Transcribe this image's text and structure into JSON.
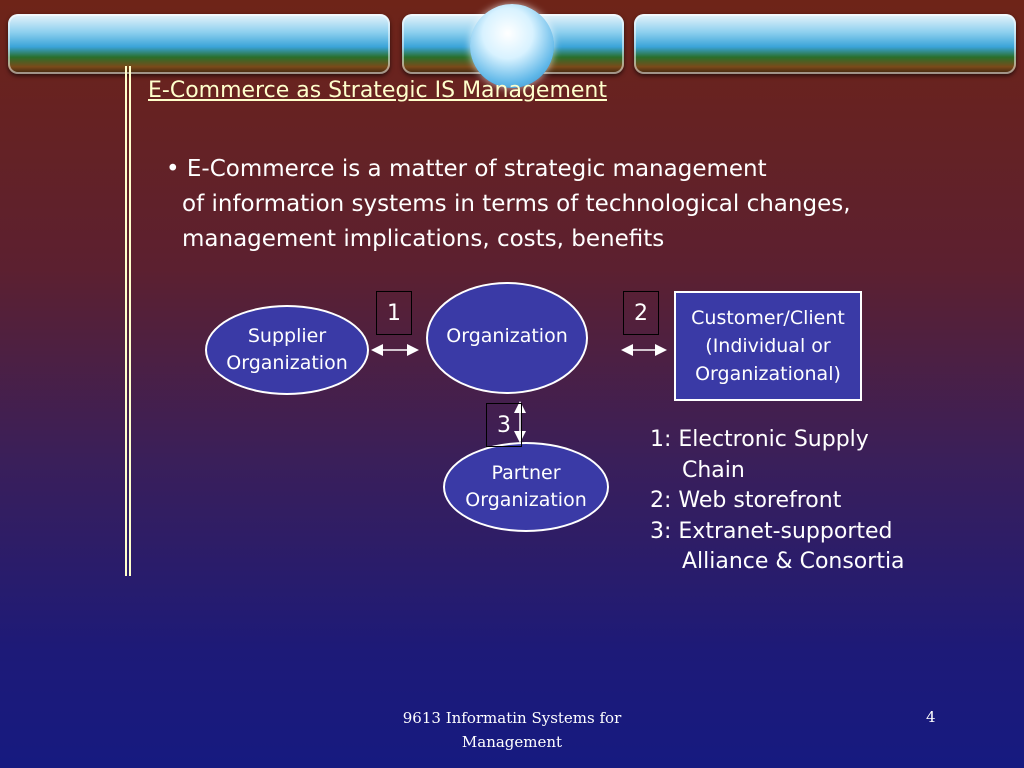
{
  "slide": {
    "title": "E-Commerce as Strategic IS Management",
    "bullet": {
      "symbol": "•",
      "lines": [
        "E-Commerce is a matter of strategic management",
        "of information systems in terms of technological changes,",
        "management implications, costs, benefits"
      ]
    }
  },
  "diagram": {
    "supplier": [
      "Supplier",
      "Organization"
    ],
    "organization": "Organization",
    "customer": [
      "Customer/Client",
      "(Individual or",
      "Organizational)"
    ],
    "partner": [
      "Partner",
      "Organization"
    ],
    "labels": [
      "1",
      "2",
      "3"
    ]
  },
  "legend": [
    "1: Electronic Supply",
    "Chain",
    "2: Web storefront",
    "3: Extranet-supported",
    "Alliance & Consortia"
  ],
  "footer": {
    "course": [
      "9613 Informatin Systems for",
      "Management"
    ],
    "page": "4"
  },
  "colors": {
    "shape_fill": "#3a3aa6",
    "title_color": "#ffffcc"
  }
}
